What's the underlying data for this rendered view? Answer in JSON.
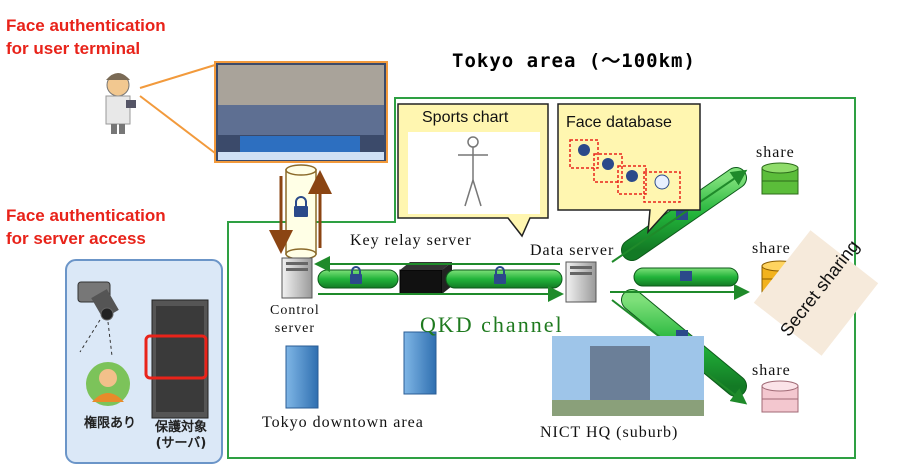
{
  "user_terminal_title": [
    "Face authentication",
    "for user terminal"
  ],
  "server_access_title": [
    "Face authentication",
    "for server access"
  ],
  "region_title": "Tokyo area (〜100km)",
  "callouts": {
    "sports_chart": "Sports chart",
    "face_database": "Face database"
  },
  "labels": {
    "key_relay_server": "Key relay server",
    "data_server": "Data server",
    "control_server": [
      "Control",
      "server"
    ],
    "qkd_channel": "QKD channel",
    "tokyo_downtown": "Tokyo downtown area",
    "nict_hq": "NICT HQ (suburb)",
    "secret_sharing": "Secret sharing",
    "share": "share"
  },
  "shares": [
    {
      "label": "share",
      "color": "#5bbd3a"
    },
    {
      "label": "share",
      "color": "#f2b21d"
    },
    {
      "label": "share",
      "color": "#f3c7cf"
    }
  ],
  "server_room": {
    "authorized_label": "権限あり",
    "protected_label": [
      "保護対象",
      "(サーバ)"
    ]
  },
  "colors": {
    "red_title": "#e8231a",
    "region_border": "#2ea043",
    "pipe": "#22b43a",
    "qkd_text": "#1f7a1f",
    "server_room_bg": "#dbe8f7",
    "callout_bg": "#fff6b0"
  }
}
